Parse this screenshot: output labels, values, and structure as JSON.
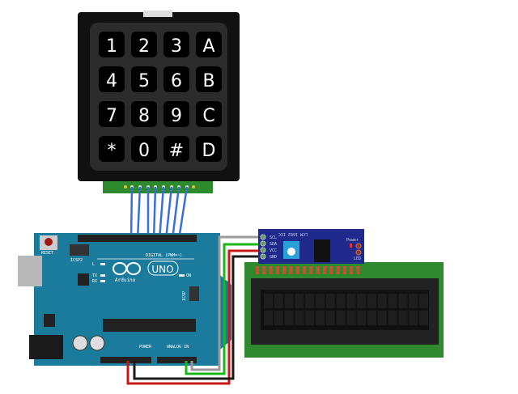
{
  "keypad": {
    "keys": [
      "1",
      "2",
      "3",
      "A",
      "4",
      "5",
      "6",
      "B",
      "7",
      "8",
      "9",
      "C",
      "*",
      "0",
      "#",
      "D"
    ]
  },
  "arduino": {
    "reset_label": "RESET",
    "icsp2_label": "ICSP2",
    "icsp_label": "ICSP",
    "led_l": "L",
    "led_tx": "TX",
    "led_rx": "RX",
    "led_on": "ON",
    "logo_text": "UNO",
    "brand": "Arduino",
    "digital_label": "DIGITAL (PWM=~)",
    "power_label": "POWER",
    "analog_label": "ANALOG IN"
  },
  "i2c_module": {
    "title": "LCM 1602 IIC",
    "pins": [
      "SCL",
      "SDA",
      "VCC",
      "GND"
    ],
    "power_label": "Power",
    "led_label": "LED"
  },
  "colors": {
    "arduino": "#1b7b9c",
    "keypad": "#111111",
    "i2c_board": "#1f2a8c",
    "lcd_pcb": "#2f8a2f",
    "wire_keypad": "#3a6fd8",
    "wire_scl": "#9a9a9a",
    "wire_sda": "#18b818",
    "wire_vcc": "#c81818",
    "wire_gnd": "#1a1a1a"
  }
}
